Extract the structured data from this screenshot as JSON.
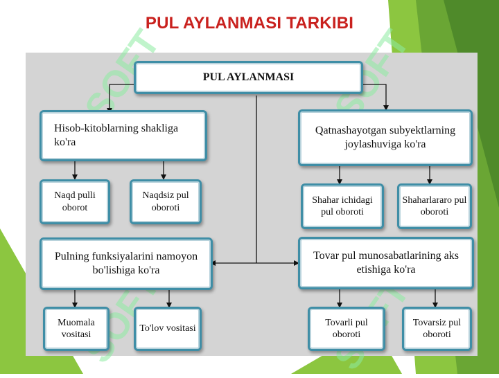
{
  "title": "PUL AYLANMASI TARKIBI",
  "watermark": "SOFT",
  "diagram": {
    "root": "PUL AYLANMASI",
    "groups": {
      "settlement_form": {
        "label": "Hisob-kitoblarning shakliga ko'ra",
        "children": [
          "Naqd pulli oborot",
          "Naqdsiz pul oboroti"
        ]
      },
      "function": {
        "label": "Pulning funksiyalarini namoyon bo'lishiga ko'ra",
        "children": [
          "Muomala vositasi",
          "To'lov vositasi"
        ]
      },
      "subject_location": {
        "label": "Qatnashayotgan subyektlarning joylashuviga ko'ra",
        "children": [
          "Shahar ichidagi pul oboroti",
          "Shaharlararo pul oboroti"
        ]
      },
      "commodity_relation": {
        "label": "Tovar pul munosabatlarining aks etishiga ko'ra",
        "children": [
          "Tovarli pul oboroti",
          "Tovarsiz pul oboroti"
        ]
      }
    }
  },
  "colors": {
    "title": "#c9211e",
    "box_border": "#3f8ea6",
    "panel": "#d4d4d4",
    "accent_green": "#6aa634"
  }
}
